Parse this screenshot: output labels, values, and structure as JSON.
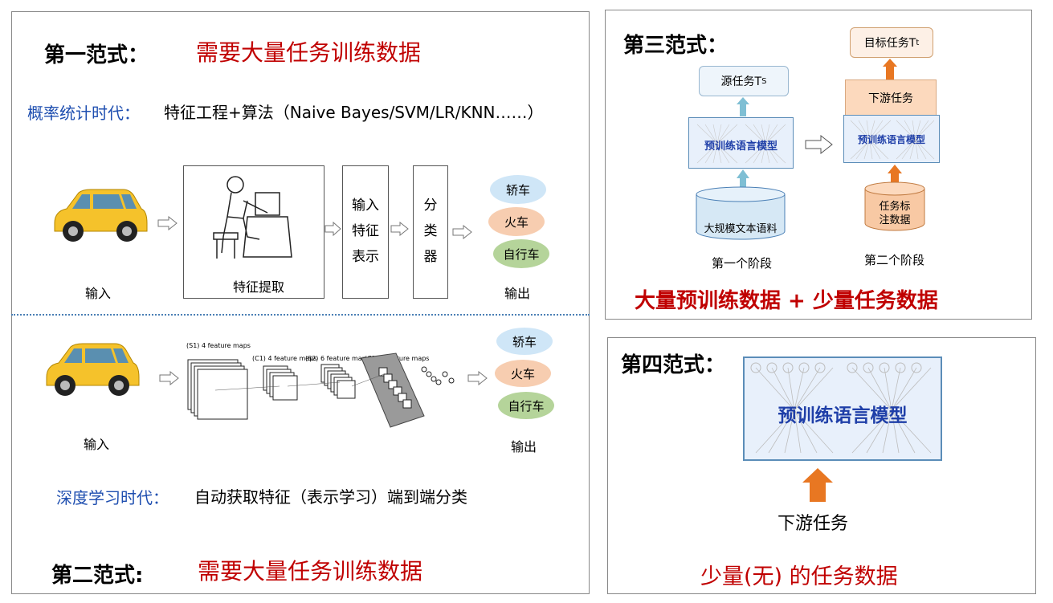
{
  "panel1": {
    "heading_label": "第一范式：",
    "heading_text": "需要大量任务训练数据",
    "era_label": "概率统计时代：",
    "era_text": "特征工程+算法（Naive Bayes/SVM/LR/KNN……）",
    "input_label": "输入",
    "feature_extract_label": "特征提取",
    "feature_repr_label": [
      "输入",
      "特征",
      "表示"
    ],
    "classifier_label": [
      "分",
      "类",
      "器"
    ],
    "output_label": "输出",
    "outputs": [
      "轿车",
      "火车",
      "自行车"
    ]
  },
  "panel2": {
    "input_label": "输入",
    "output_label": "输出",
    "outputs": [
      "轿车",
      "火车",
      "自行车"
    ],
    "cnn_labels": [
      "(S1) 4 feature maps",
      "(C1) 4 feature maps",
      "(S2) 6 feature maps",
      "(C2) 6 feature maps"
    ],
    "era_label": "深度学习时代：",
    "era_text": "自动获取特征（表示学习）端到端分类",
    "heading_label": "第二范式:",
    "heading_text": "需要大量任务训练数据"
  },
  "panel3": {
    "heading_label": "第三范式：",
    "source_task_label": "源任务T",
    "source_task_sub": "S",
    "target_task_label": "目标任务T",
    "target_task_sub": "t",
    "downstream_label": "下游任务",
    "model_label": "预训练语言模型",
    "corpus_label": "大规模文本语料",
    "task_data_label": [
      "任务标",
      "注数据"
    ],
    "stage1_label": "第一个阶段",
    "stage2_label": "第二个阶段",
    "summary": "大量预训练数据 + 少量任务数据"
  },
  "panel4": {
    "heading_label": "第四范式：",
    "model_label": "预训练语言模型",
    "downstream_label": "下游任务",
    "summary": "少量(无) 的任务数据"
  },
  "colors": {
    "red": "#c00000",
    "blue": "#1f4fb0",
    "orange_arrow": "#e87722",
    "teal_arrow": "#7fbfd4",
    "ellipse_blue": "#cfe6f7",
    "ellipse_orange": "#f7cdb0",
    "ellipse_green": "#b5d49a"
  }
}
